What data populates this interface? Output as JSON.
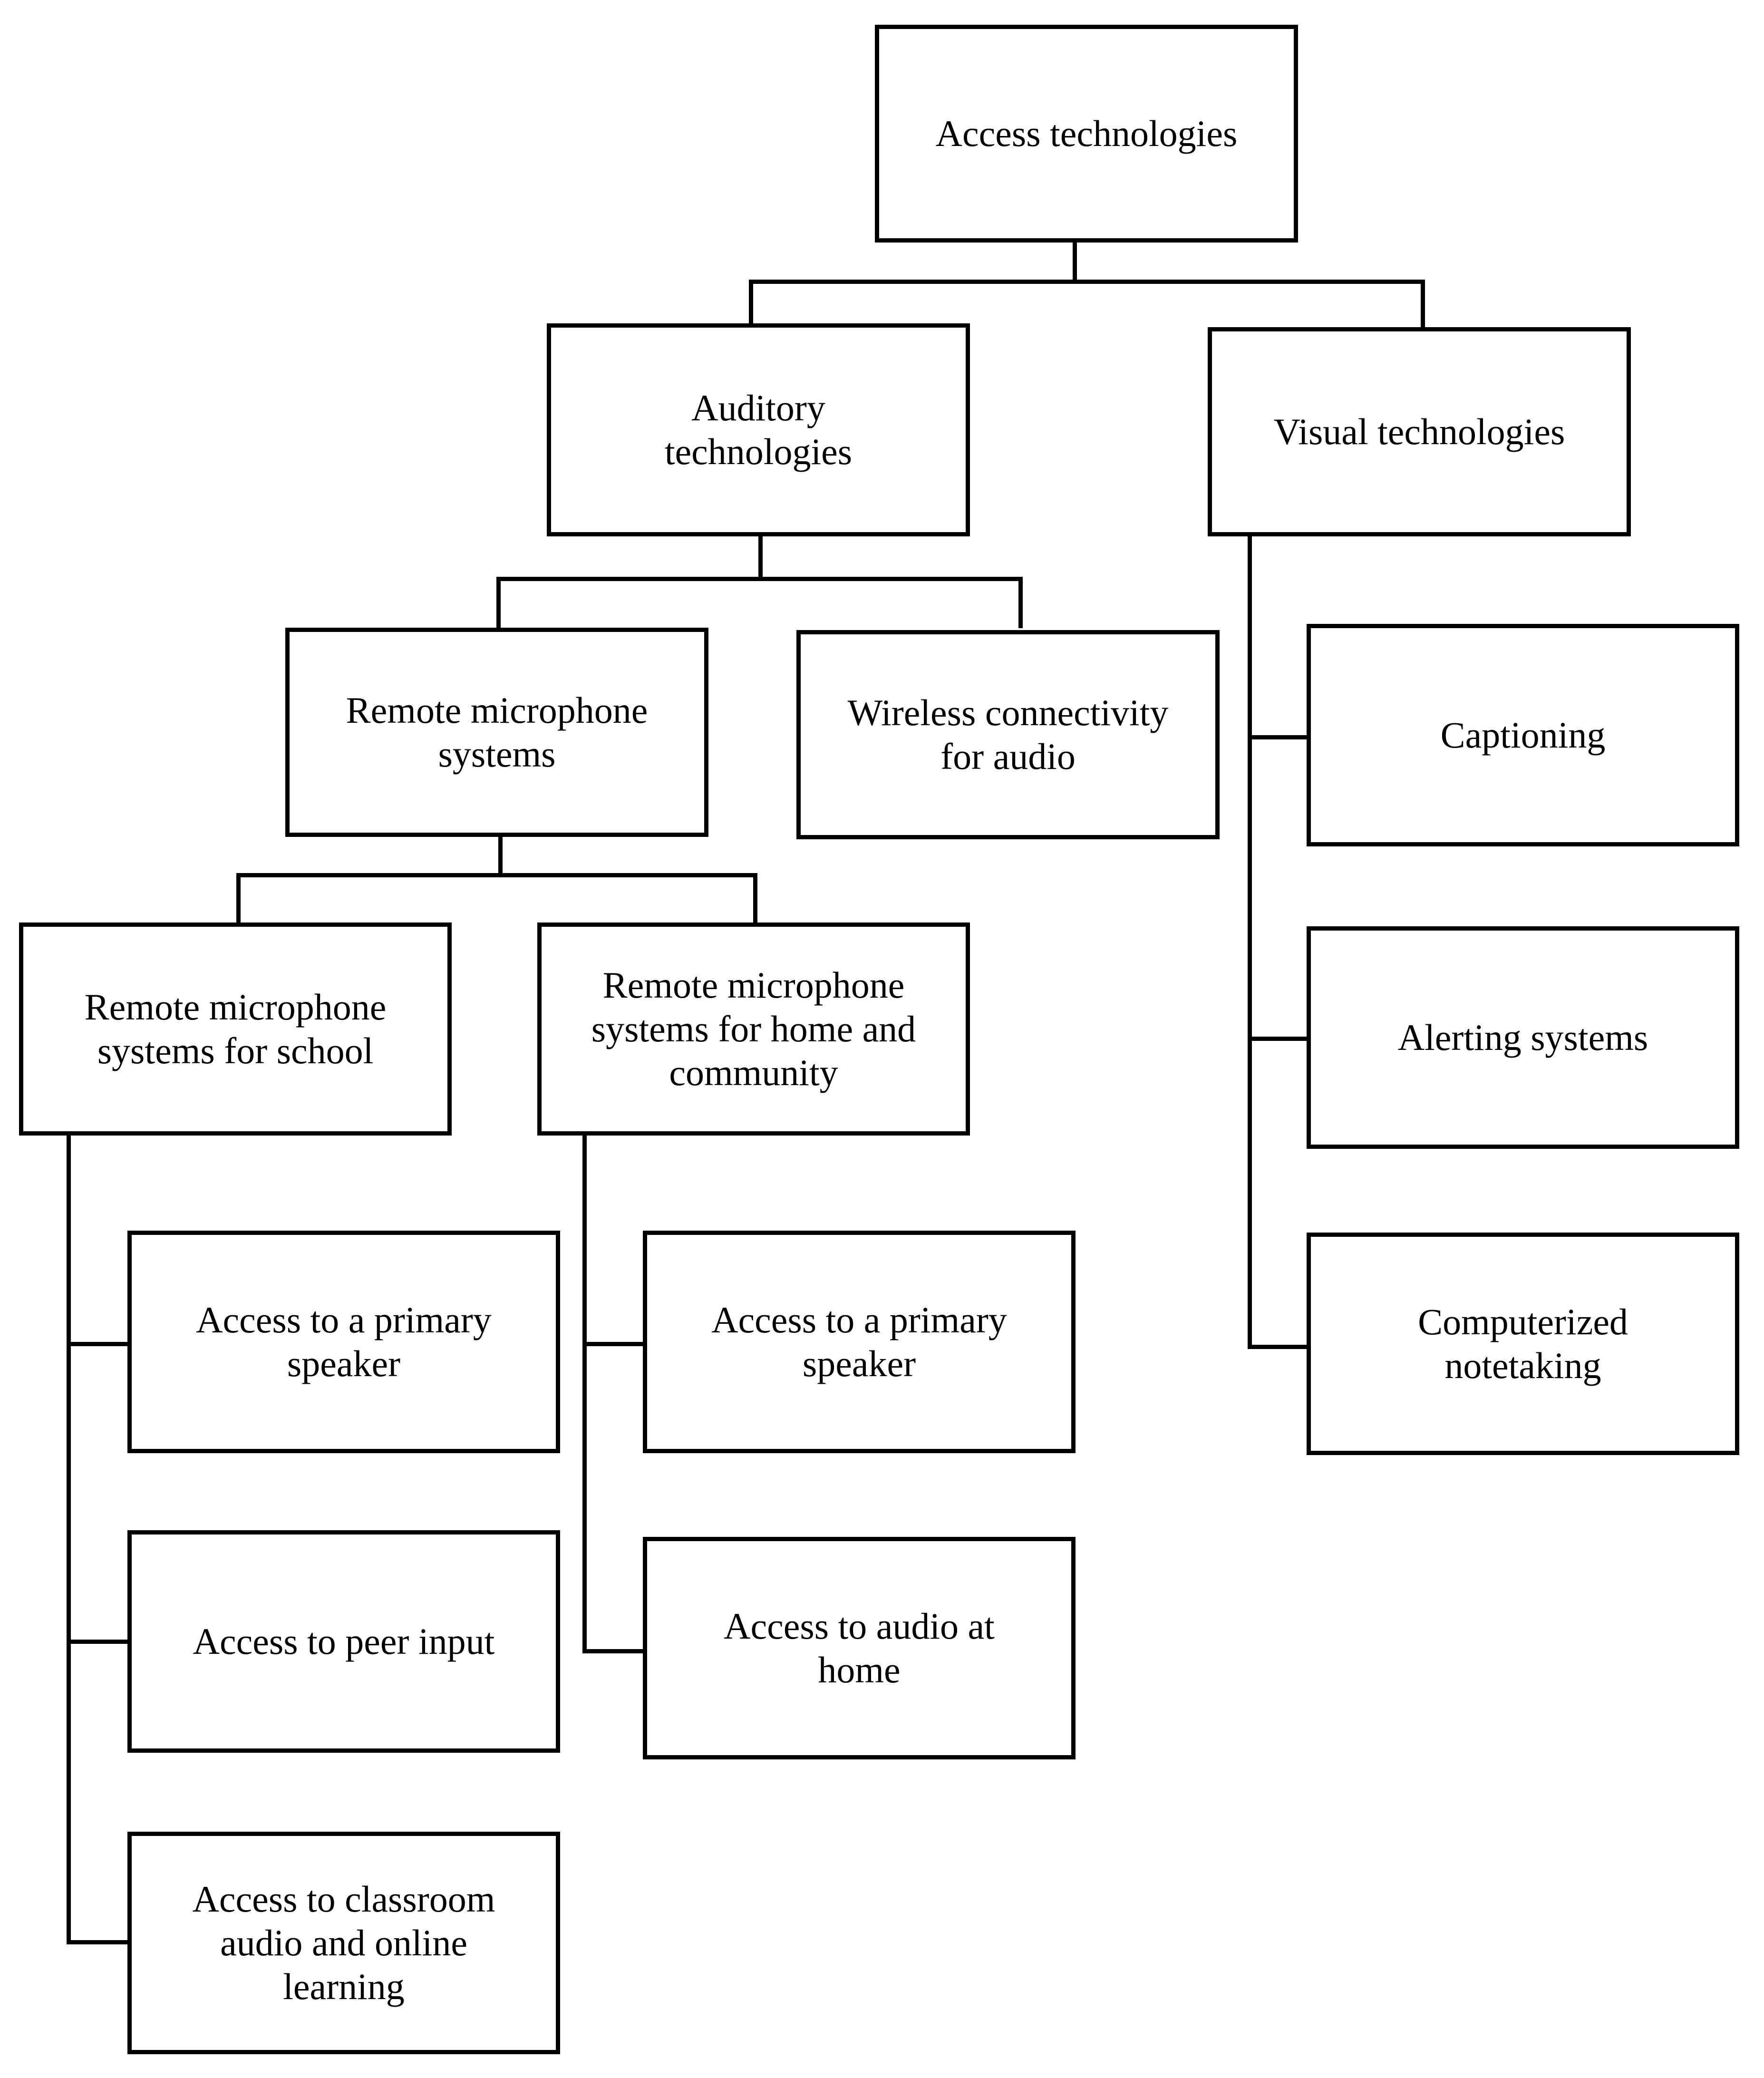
{
  "diagram": {
    "type": "hierarchy-tree",
    "title_node": "Access technologies",
    "orientation": "top-down",
    "style": {
      "box_border_color": "#000000",
      "box_fill": "#ffffff",
      "line_color": "#000000",
      "text_color": "#000000"
    },
    "nodes": {
      "root": {
        "label": "Access technologies"
      },
      "auditory": {
        "label": "Auditory\ntechnologies"
      },
      "visual": {
        "label": "Visual technologies"
      },
      "remote_mic": {
        "label": "Remote microphone\nsystems"
      },
      "wireless": {
        "label": "Wireless connectivity\nfor audio"
      },
      "captioning": {
        "label": "Captioning"
      },
      "alerting": {
        "label": "Alerting systems"
      },
      "notetaking": {
        "label": "Computerized\nnotetaking"
      },
      "rm_school": {
        "label": "Remote microphone\nsystems for school"
      },
      "rm_home": {
        "label": "Remote microphone\nsystems for home and\ncommunity"
      },
      "school_primary_speaker": {
        "label": "Access to a primary\nspeaker"
      },
      "school_peer_input": {
        "label": "Access to peer input"
      },
      "school_classroom_audio": {
        "label": "Access to classroom\naudio and online\nlearning"
      },
      "home_primary_speaker": {
        "label": "Access to a primary\nspeaker"
      },
      "home_audio_at_home": {
        "label": "Access to audio at\nhome"
      }
    },
    "edges": [
      {
        "from": "root",
        "to": "auditory"
      },
      {
        "from": "root",
        "to": "visual"
      },
      {
        "from": "auditory",
        "to": "remote_mic"
      },
      {
        "from": "auditory",
        "to": "wireless"
      },
      {
        "from": "visual",
        "to": "captioning"
      },
      {
        "from": "visual",
        "to": "alerting"
      },
      {
        "from": "visual",
        "to": "notetaking"
      },
      {
        "from": "remote_mic",
        "to": "rm_school"
      },
      {
        "from": "remote_mic",
        "to": "rm_home"
      },
      {
        "from": "rm_school",
        "to": "school_primary_speaker"
      },
      {
        "from": "rm_school",
        "to": "school_peer_input"
      },
      {
        "from": "rm_school",
        "to": "school_classroom_audio"
      },
      {
        "from": "rm_home",
        "to": "home_primary_speaker"
      },
      {
        "from": "rm_home",
        "to": "home_audio_at_home"
      }
    ]
  }
}
